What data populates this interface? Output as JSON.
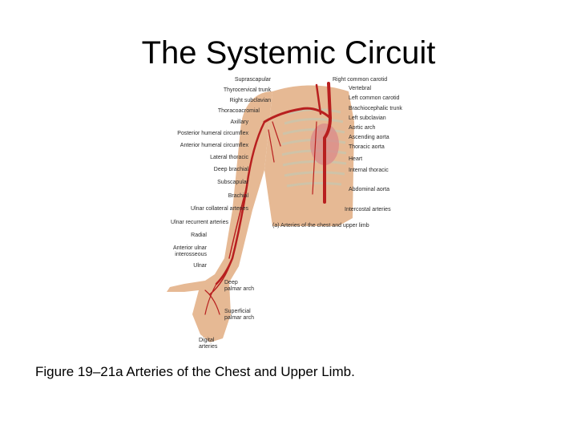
{
  "slide": {
    "title": "The Systemic Circuit",
    "caption": "Figure 19‒21a Arteries of the Chest and Upper Limb."
  },
  "figure": {
    "left_labels": [
      "Suprascapular",
      "Thyrocervical trunk",
      "Right subclavian",
      "Thoracoacromial",
      "Axillary",
      "Posterior humeral circumflex",
      "Anterior humeral circumflex",
      "Lateral thoracic",
      "Deep brachial",
      "Subscapular",
      "Brachial",
      "Ulnar collateral arteries",
      "Ulnar recurrent arteries",
      "Radial",
      "Anterior ulnar interosseous",
      "Ulnar"
    ],
    "right_labels": [
      "Right common carotid",
      "Vertebral",
      "Left common carotid",
      "Brachiocephalic trunk",
      "Left subclavian",
      "Aortic arch",
      "Ascending aorta",
      "Thoracic aorta",
      "Heart",
      "Internal thoracic",
      "Abdominal aorta",
      "Intercostal arteries"
    ],
    "hand_labels": [
      "Deep palmar arch",
      "Superficial palmar arch",
      "Digital arteries"
    ],
    "panel_label": "(a) Arteries of the chest and upper limb",
    "colors": {
      "skin": "#e6b994",
      "artery": "#b81f1f",
      "bone": "#efe6d2",
      "lung": "#d9b6a0"
    }
  }
}
